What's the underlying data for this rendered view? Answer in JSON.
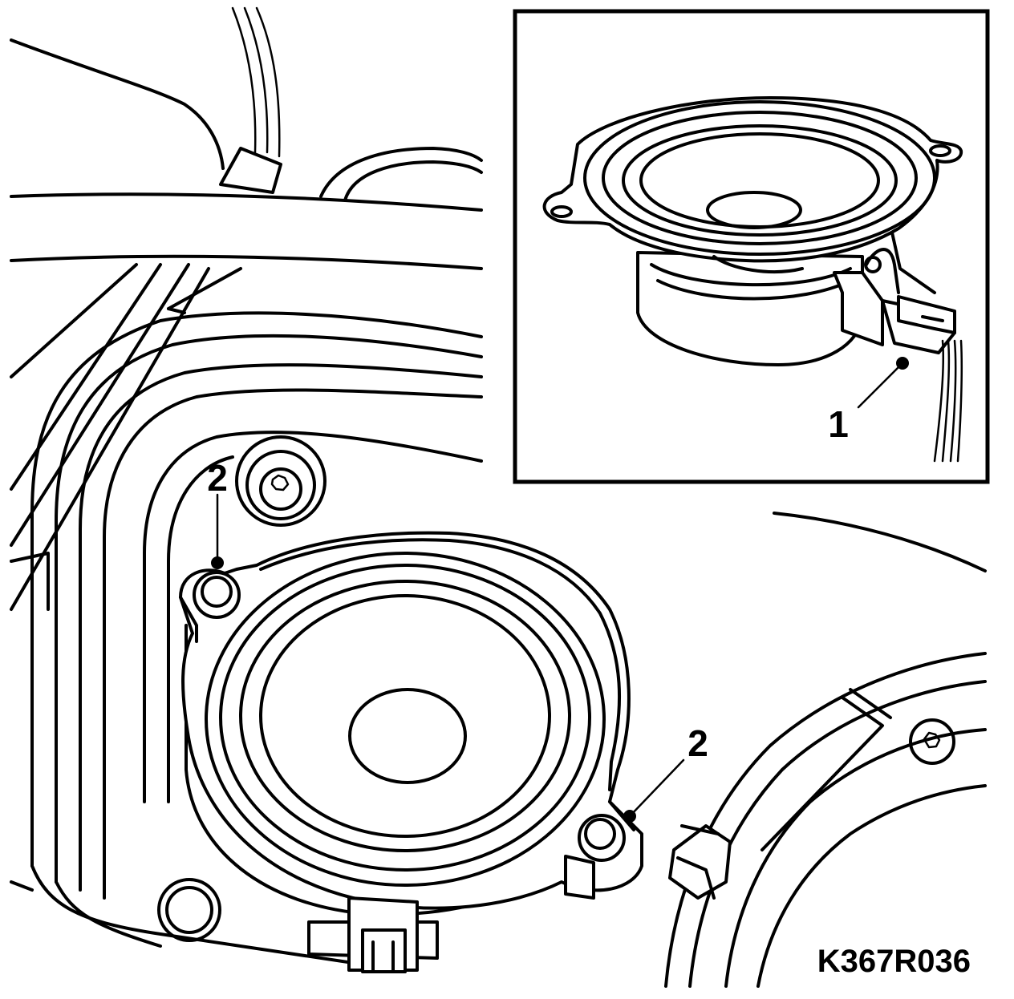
{
  "callouts": {
    "inset_connector": "1",
    "screw_top_left": "2",
    "screw_bottom_right": "2"
  },
  "drawing_code": "K367R036"
}
